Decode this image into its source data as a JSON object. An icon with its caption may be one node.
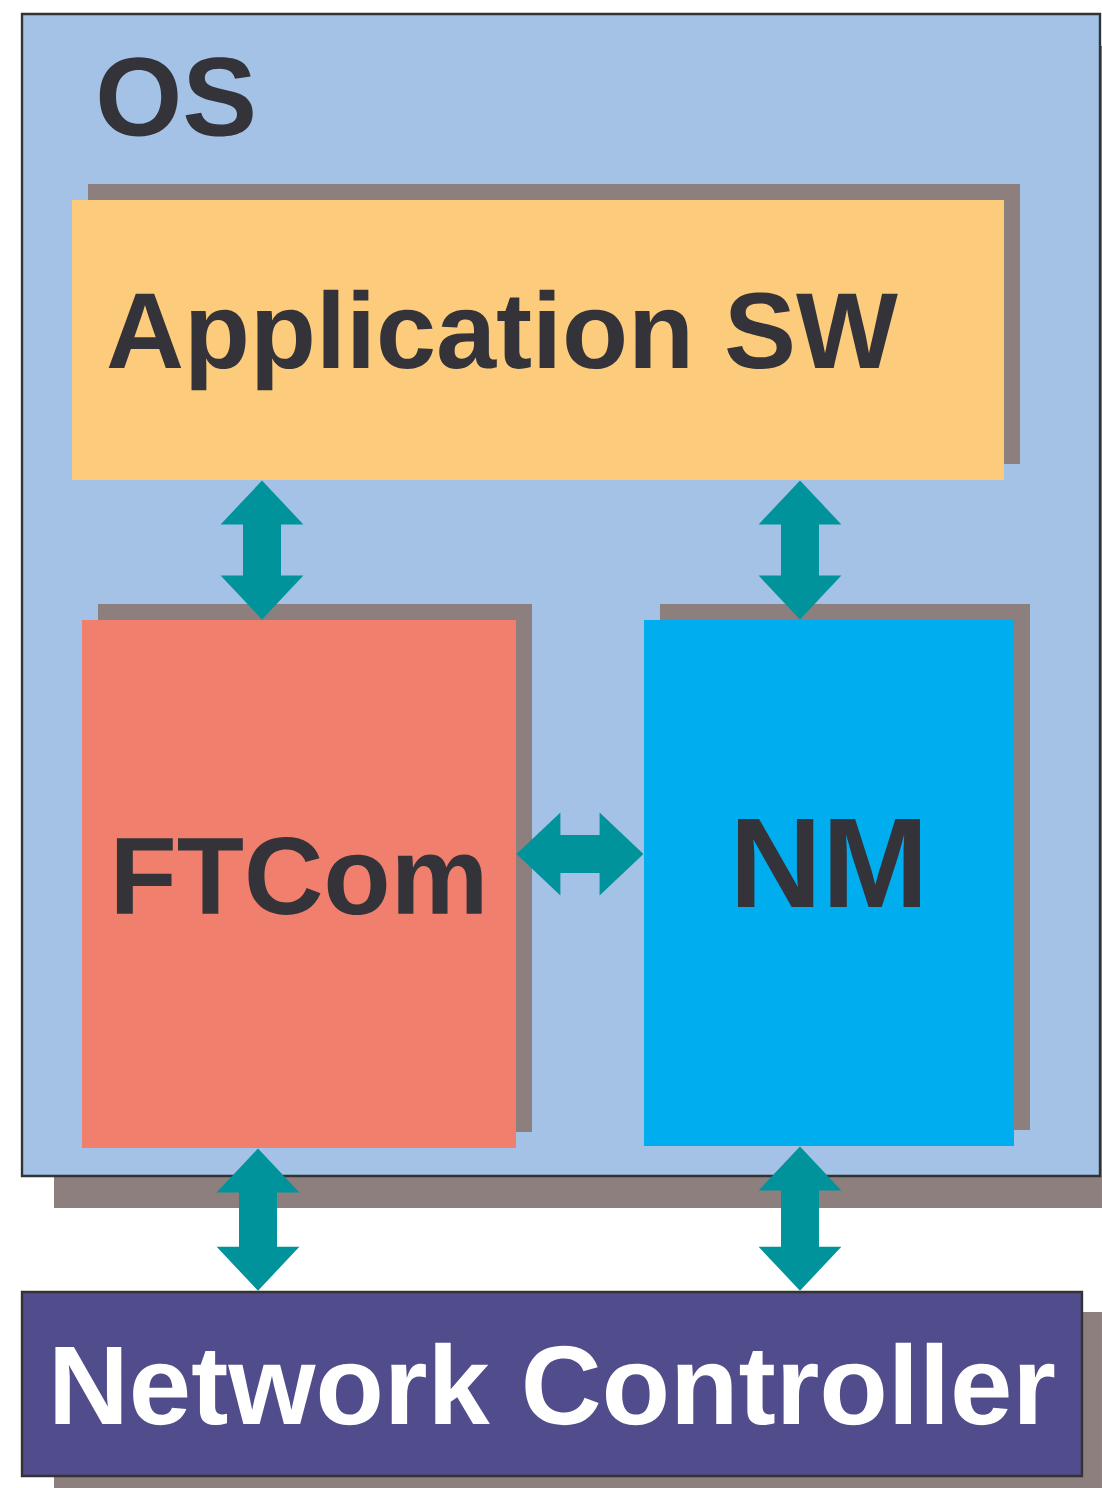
{
  "diagram": {
    "nodes": [
      {
        "text": [
          "OS"
        ]
      },
      {
        "text": [
          "Application SW"
        ],
        "in": 0
      },
      {
        "text": [
          "FTCom"
        ],
        "in": 0
      },
      {
        "text": [
          "NM"
        ],
        "in": 0
      },
      {
        "text": [
          "Network Controller"
        ]
      }
    ],
    "edges": [
      {
        "from": 1,
        "to": 2,
        "arrow": "both"
      },
      {
        "from": 1,
        "to": 3,
        "arrow": "both"
      },
      {
        "from": 2,
        "to": 3,
        "arrow": "both"
      },
      {
        "from": 2,
        "to": 4,
        "arrow": "both"
      },
      {
        "from": 3,
        "to": 4,
        "arrow": "both"
      }
    ]
  }
}
